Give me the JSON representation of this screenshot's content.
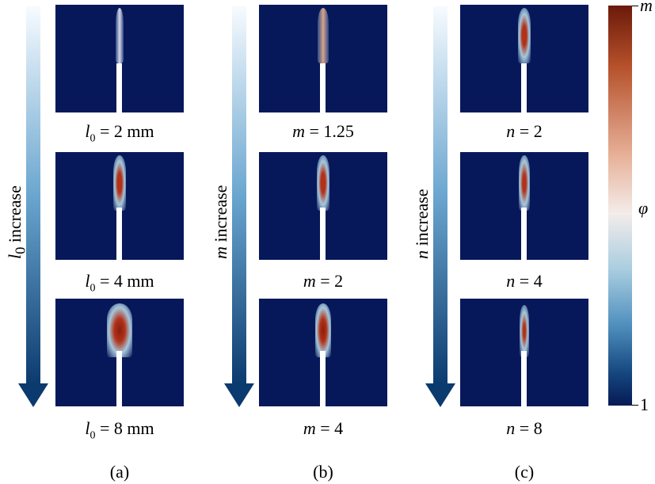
{
  "columns": [
    {
      "sublabel": "(a)",
      "arrow_label_var": "l",
      "arrow_label_sub": "0",
      "arrow_label_rest": " increase",
      "panels": [
        {
          "var": "l",
          "sub": "0",
          "rest": " = 2 mm"
        },
        {
          "var": "l",
          "sub": "0",
          "rest": " = 4 mm"
        },
        {
          "var": "l",
          "sub": "0",
          "rest": " = 8 mm"
        }
      ]
    },
    {
      "sublabel": "(b)",
      "arrow_label_var": "m",
      "arrow_label_sub": "",
      "arrow_label_rest": " increase",
      "panels": [
        {
          "var": "m",
          "sub": "",
          "rest": " = 1.25"
        },
        {
          "var": "m",
          "sub": "",
          "rest": " = 2"
        },
        {
          "var": "m",
          "sub": "",
          "rest": " = 4"
        }
      ]
    },
    {
      "sublabel": "(c)",
      "arrow_label_var": "n",
      "arrow_label_sub": "",
      "arrow_label_rest": " increase",
      "panels": [
        {
          "var": "n",
          "sub": "",
          "rest": " = 2"
        },
        {
          "var": "n",
          "sub": "",
          "rest": " = 4"
        },
        {
          "var": "n",
          "sub": "",
          "rest": " = 8"
        }
      ]
    }
  ],
  "colorbar": {
    "top_label": "m",
    "bottom_label": "1",
    "symbol": "φ",
    "colors": {
      "high": "#6b1a0a",
      "mid": "#f3ecea",
      "low": "#061a55"
    }
  }
}
